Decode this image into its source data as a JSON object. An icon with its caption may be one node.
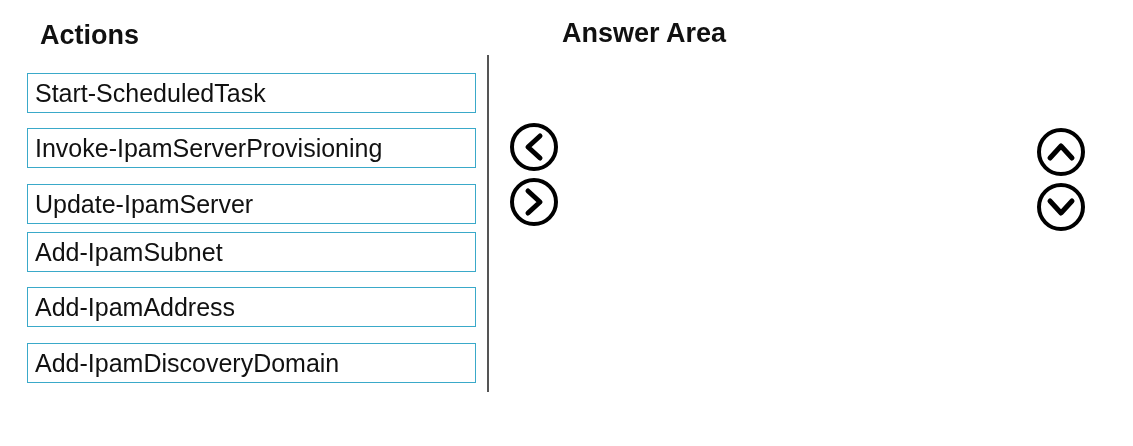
{
  "diagram": {
    "nodes": [
      {
        "text": [
          "Start-ScheduledTask"
        ]
      },
      {
        "text": [
          "Invoke-IpamServerProvisioning"
        ]
      },
      {
        "text": [
          "Update-IpamServer"
        ]
      },
      {
        "text": [
          "Add-IpamSubnet"
        ]
      },
      {
        "text": [
          "Add-IpamAddress"
        ]
      },
      {
        "text": [
          "Add-IpamDiscoveryDomain"
        ]
      }
    ],
    "edges": [],
    "labels": [
      "Actions",
      "Answer Area"
    ]
  }
}
